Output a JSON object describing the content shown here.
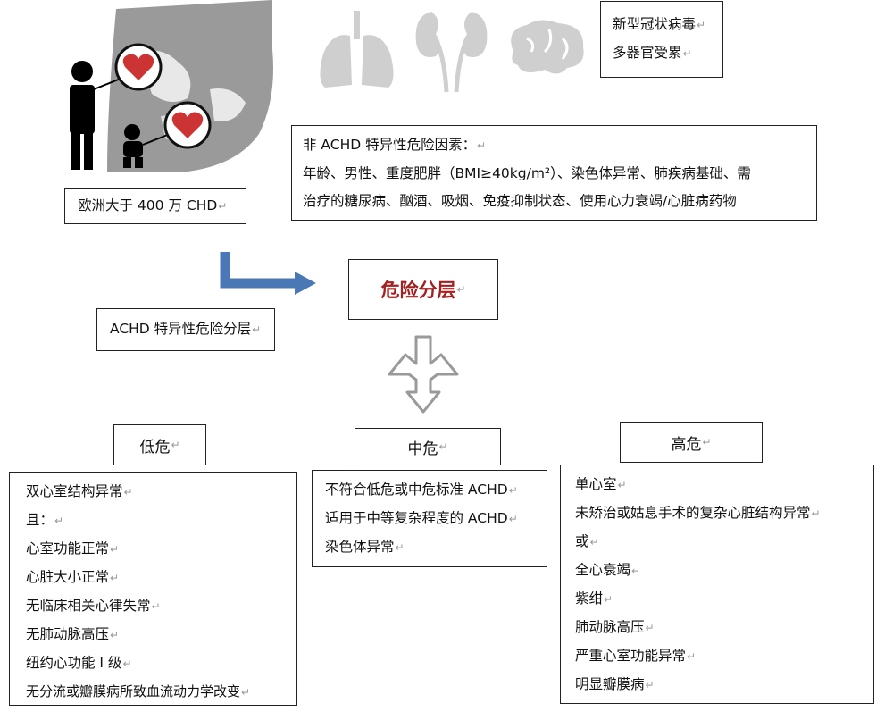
{
  "virus_box": {
    "lines": [
      "新型冠状病毒",
      "多器官受累"
    ]
  },
  "europe_box": {
    "label": "欧洲大于 400 万 CHD"
  },
  "risk_factors_box": {
    "lines": [
      "非 ACHD 特异性危险因素：",
      "年龄、男性、重度肥胖（BMI≥40kg/m²）、染色体异常、肺疾病基础、需",
      "治疗的糖尿病、酗酒、吸烟、免疫抑制状态、使用心力衰竭/心脏病药物"
    ]
  },
  "risk_stratification": {
    "title": "危险分层"
  },
  "achd_box": {
    "label": "ACHD 特异性危险分层"
  },
  "low_risk": {
    "title": "低危",
    "items": [
      "双心室结构异常",
      "且：",
      "心室功能正常",
      "心脏大小正常",
      "无临床相关心律失常",
      "无肺动脉高压",
      "纽约心功能 I 级",
      "无分流或瓣膜病所致血流动力学改变"
    ]
  },
  "mid_risk": {
    "title": "中危",
    "items": [
      "不符合低危或中危标准 ACHD",
      "适用于中等复杂程度的 ACHD",
      "染色体异常"
    ]
  },
  "high_risk": {
    "title": "高危",
    "items": [
      "单心室",
      "未矫治或姑息手术的复杂心脏结构异常",
      "或",
      "全心衰竭",
      "紫绀",
      "肺动脉高压",
      "严重心室功能异常",
      "明显瓣膜病"
    ]
  },
  "paragraph_mark": "↵",
  "colors": {
    "arrow_blue": "#4a78b5",
    "risk_red": "#a32020",
    "organ_gray": "#cfcfcf",
    "globe_gray": "#9a9a9a"
  }
}
